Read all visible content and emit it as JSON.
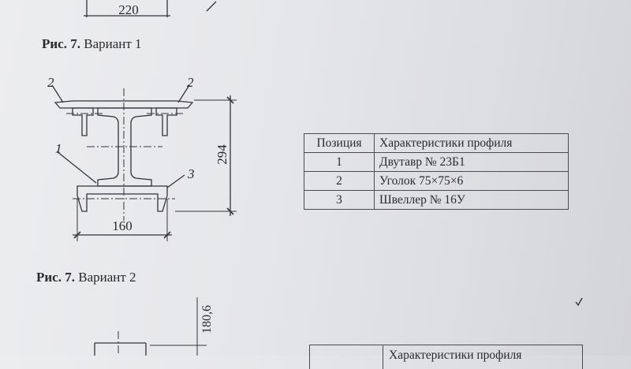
{
  "figure1": {
    "caption_prefix": "Рис. 7.",
    "caption_title": "Вариант 1",
    "callouts": {
      "one": "1",
      "two_left": "2",
      "two_right": "2",
      "three": "3"
    },
    "dim_height": "294",
    "dim_width": "160",
    "top_dim": "220"
  },
  "profile_table": {
    "headers": [
      "Позиция",
      "Характеристики профиля"
    ],
    "rows": [
      {
        "pos": "1",
        "desc": "Двутавр № 23Б1"
      },
      {
        "pos": "2",
        "desc": "Уголок 75×75×6"
      },
      {
        "pos": "3",
        "desc": "Швеллер № 16У"
      }
    ]
  },
  "figure2": {
    "caption_prefix": "Рис. 7.",
    "caption_title": "Вариант 2",
    "dim_height": "180,6",
    "table_header_partial": "Характеристики профиля"
  }
}
